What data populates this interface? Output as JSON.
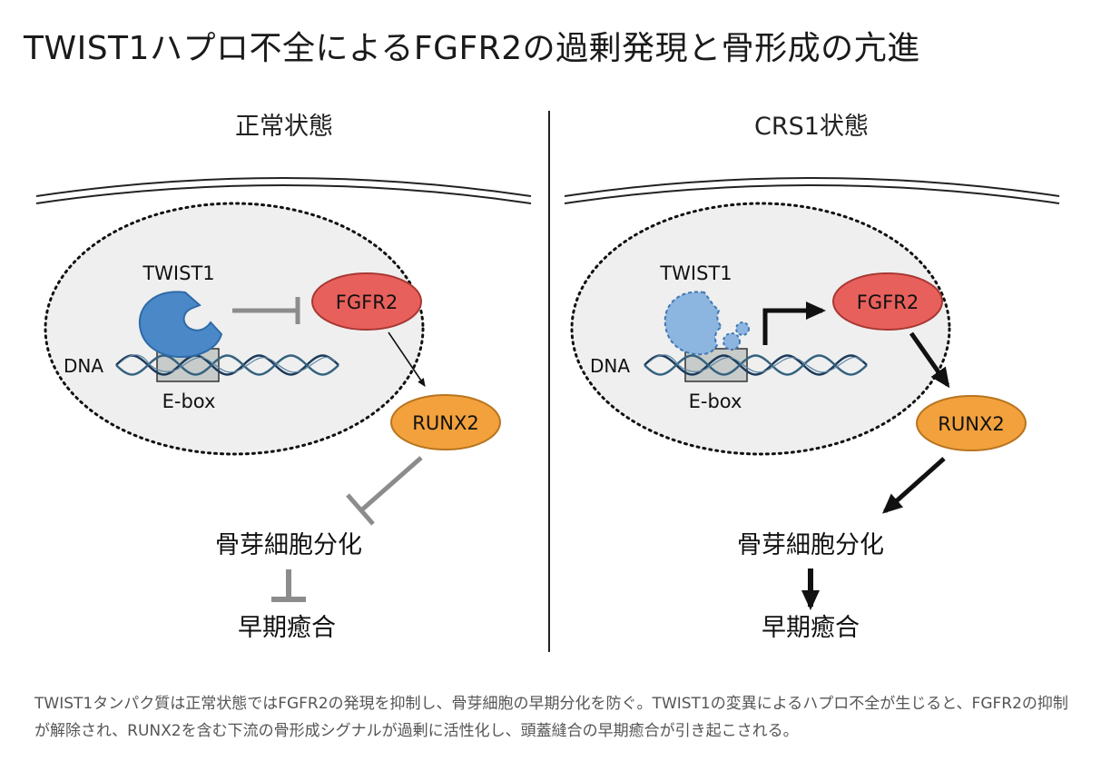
{
  "title": "TWIST1ハプロ不全によるFGFR2の過剰発現と骨形成の亢進",
  "colors": {
    "twist1": "#4a88c8",
    "twist1_mutant": "#8cb5df",
    "fgfr2": "#e8605c",
    "runx2": "#f2a13d",
    "inhibit_gray": "#8c8c8c",
    "activate_black": "#111111",
    "nucleus_fill": "#efefef"
  },
  "panels": {
    "normal": {
      "heading": "正常状態",
      "twist1_label": "TWIST1",
      "dna_label": "DNA",
      "ebox_label": "E-box",
      "fgfr2_label": "FGFR2",
      "runx2_label": "RUNX2",
      "osteoblast_label": "骨芽細胞分化",
      "fusion_label": "早期癒合"
    },
    "crs1": {
      "heading": "CRS1状態",
      "twist1_label": "TWIST1",
      "dna_label": "DNA",
      "ebox_label": "E-box",
      "fgfr2_label": "FGFR2",
      "runx2_label": "RUNX2",
      "osteoblast_label": "骨芽細胞分化",
      "fusion_label": "早期癒合"
    }
  },
  "caption": "TWIST1タンパク質は正常状態ではFGFR2の発現を抑制し、骨芽細胞の早期分化を防ぐ。TWIST1の変異によるハプロ不全が生じると、FGFR2の抑制が解除され、RUNX2を含む下流の骨形成シグナルが過剰に活性化し、頭蓋縫合の早期癒合が引き起こされる。"
}
